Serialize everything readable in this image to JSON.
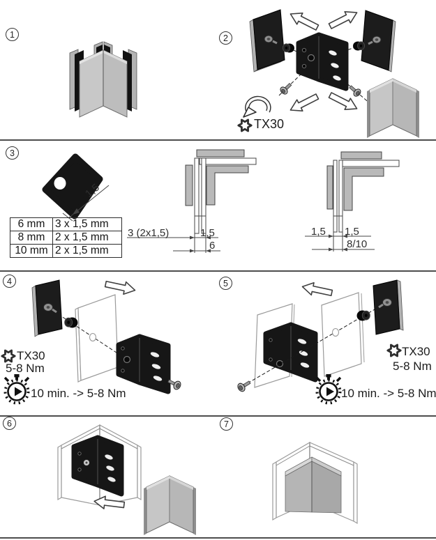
{
  "colors": {
    "background": "#ffffff",
    "part_black": "#1c1c1c",
    "glass_gray": "#c6c6c6",
    "metal_gray": "#b3b3b3",
    "divider": "#4c4c4c",
    "line": "#3a3a3a"
  },
  "steps": {
    "s1": {
      "number": "1"
    },
    "s2": {
      "number": "2",
      "tool_label": "TX30"
    },
    "s3": {
      "number": "3",
      "gasket_dim": "1,5",
      "table": {
        "rows": [
          {
            "glass": "6 mm",
            "gaskets": "3 x 1,5 mm"
          },
          {
            "glass": "8 mm",
            "gaskets": "2 x 1,5 mm"
          },
          {
            "glass": "10 mm",
            "gaskets": "2 x 1,5 mm"
          }
        ]
      },
      "diagram_mid": {
        "dim_gap": "3 (2x1,5)",
        "dim_gasket": "1,5",
        "dim_width": "6"
      },
      "diagram_right": {
        "dim_left": "1,5",
        "dim_right": "1,5",
        "dim_width": "8/10"
      }
    },
    "s4": {
      "number": "4",
      "tool_label": "TX30",
      "torque_label": "5-8 Nm",
      "retorque_label": "10 min. -> 5-8 Nm"
    },
    "s5": {
      "number": "5",
      "tool_label": "TX30",
      "torque_label": "5-8 Nm",
      "retorque_label": "10 min. -> 5-8 Nm"
    },
    "s6": {
      "number": "6"
    },
    "s7": {
      "number": "7"
    }
  }
}
